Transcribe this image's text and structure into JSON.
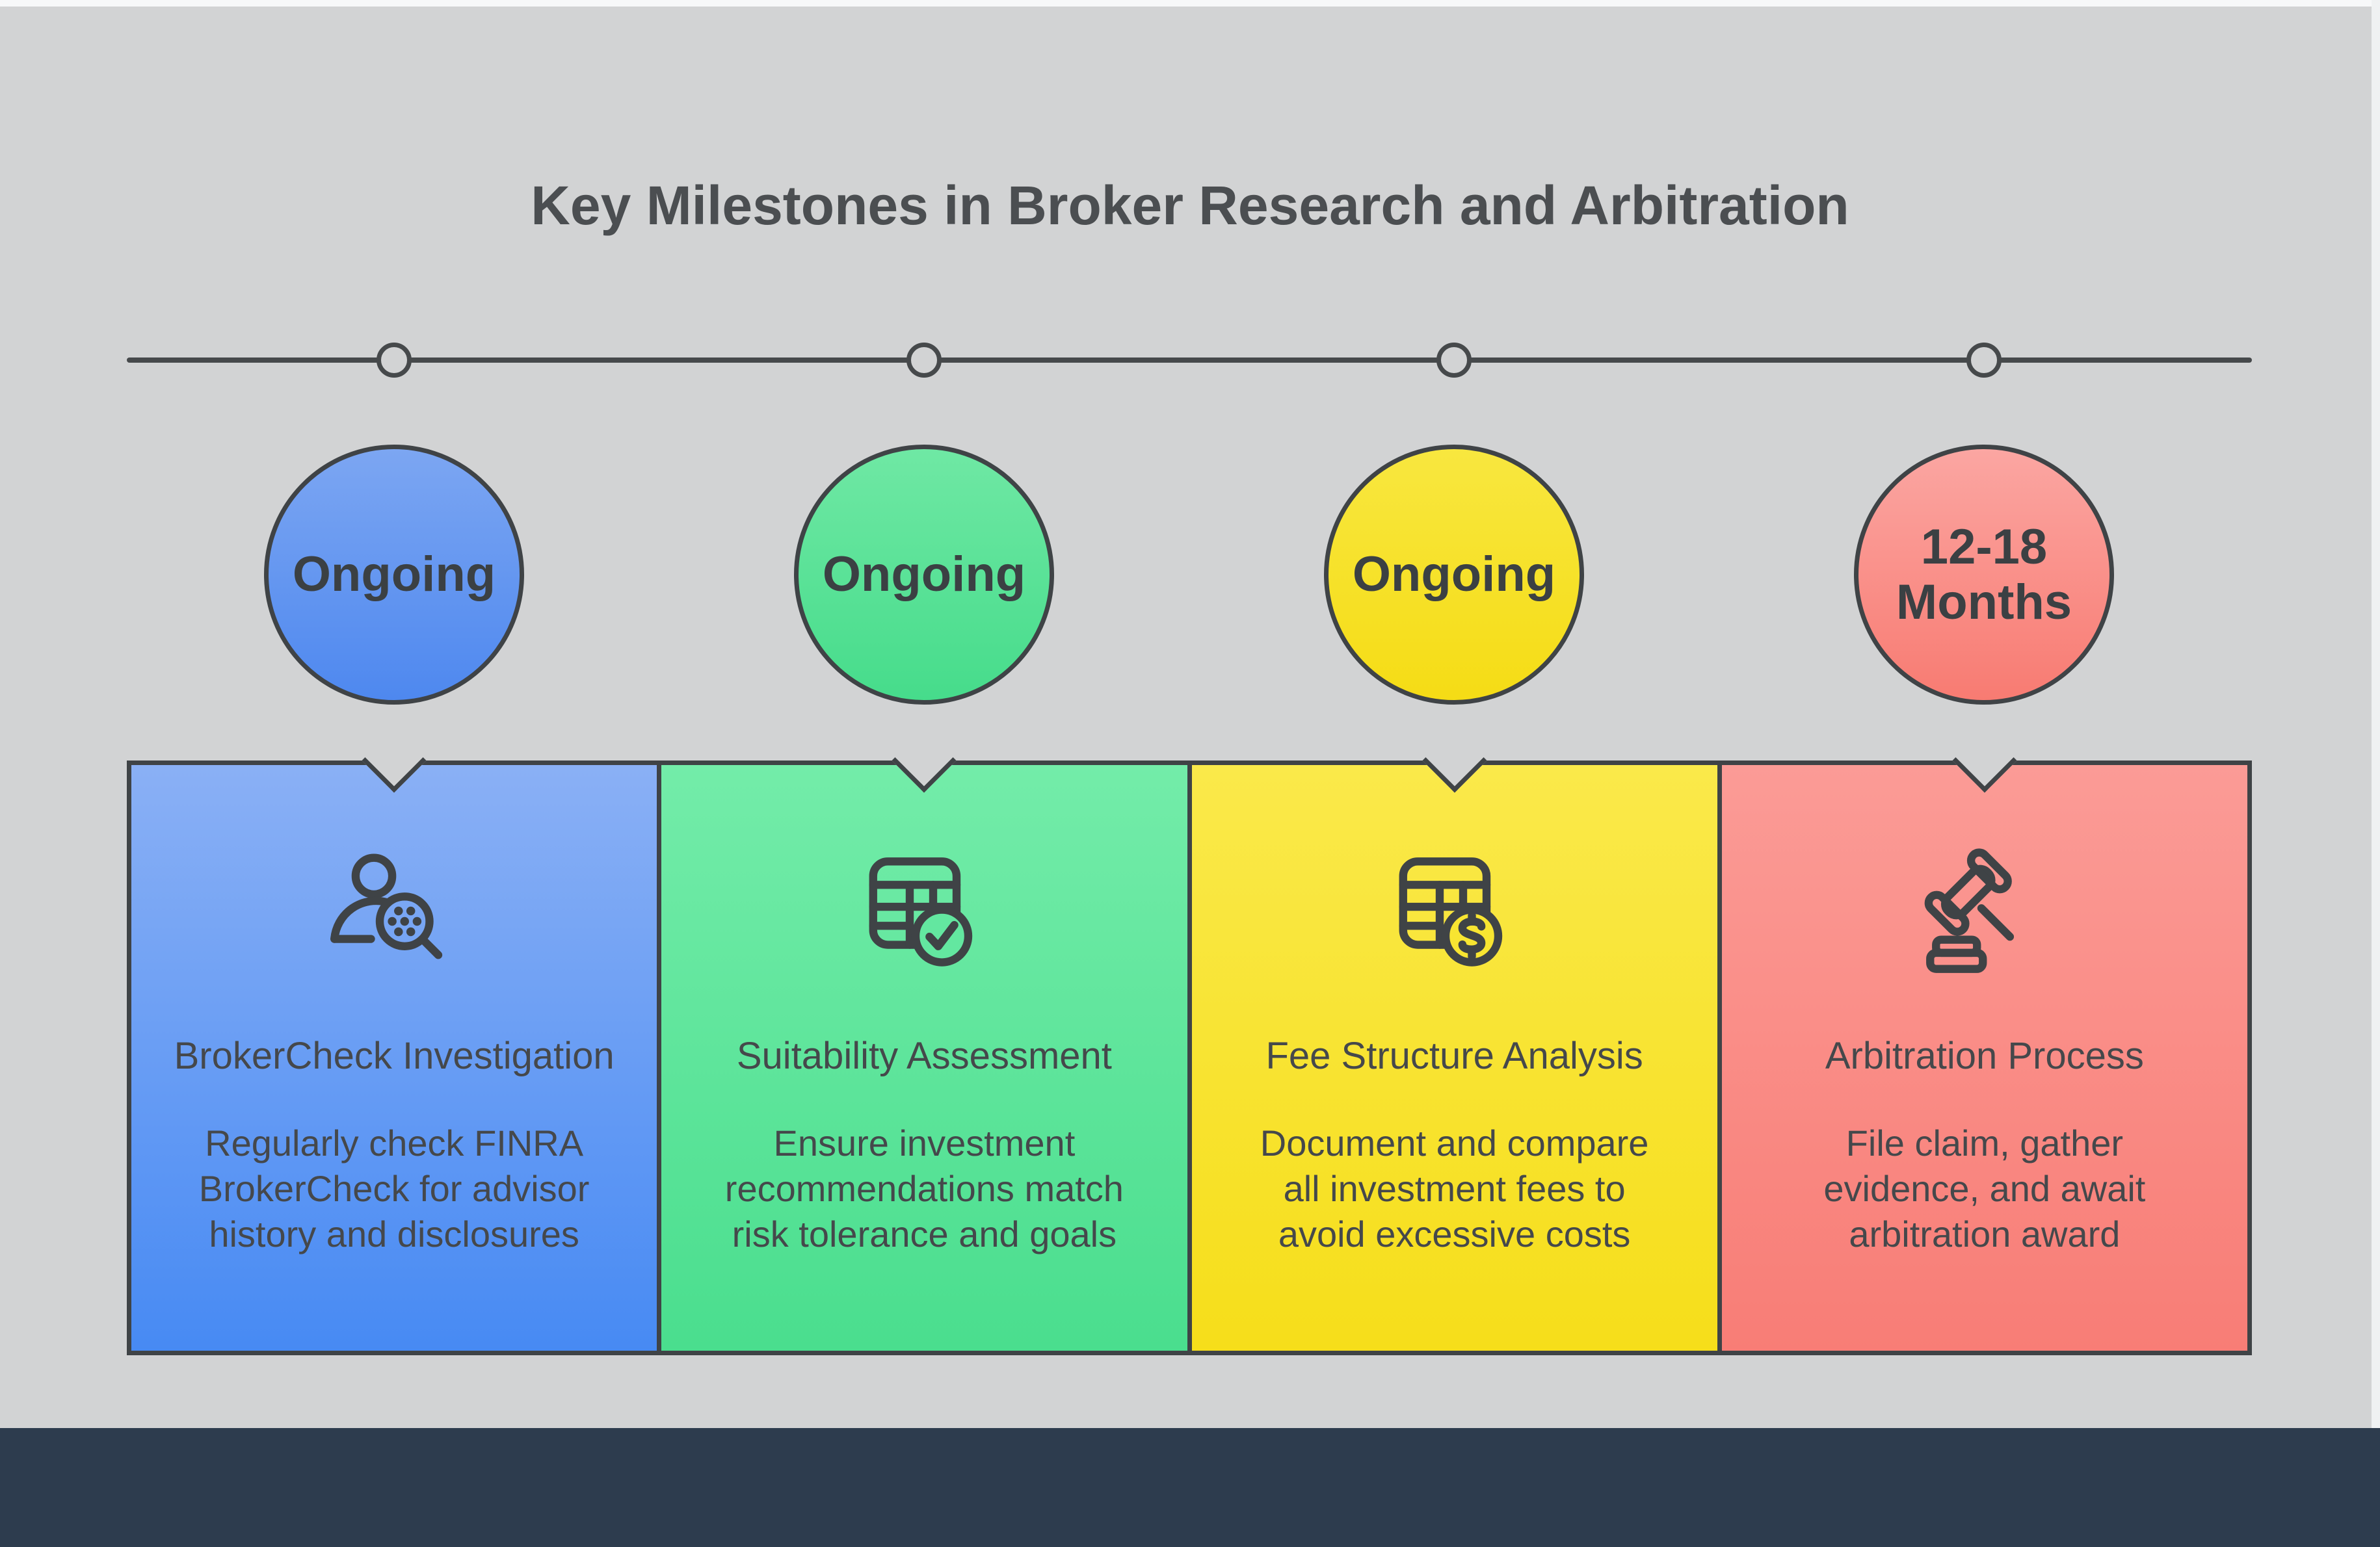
{
  "page": {
    "title": "Key Milestones in Broker Research and Arbitration",
    "background_color": "#d2d3d4",
    "top_strip_color": "#f7f8f9",
    "footer_color": "#2d3c4e",
    "outline_color": "#3f4346",
    "text_color": "#45484b"
  },
  "timeline": {
    "line_color": "#46494b",
    "node_count": 4
  },
  "milestones": [
    {
      "duration": "Ongoing",
      "title": "BrokerCheck Investigation",
      "description": "Regularly check FINRA\nBrokerCheck for advisor\nhistory and disclosures",
      "icon": "person-search-icon",
      "color_top": "#8ab0f5",
      "color_bottom": "#478af3"
    },
    {
      "duration": "Ongoing",
      "title": "Suitability Assessment",
      "description": "Ensure investment\nrecommendations match\nrisk tolerance and goals",
      "icon": "table-check-icon",
      "color_top": "#73eca9",
      "color_bottom": "#4ade8e"
    },
    {
      "duration": "Ongoing",
      "title": "Fee Structure Analysis",
      "description": "Document and compare\nall investment fees to\navoid excessive costs",
      "icon": "table-dollar-icon",
      "color_top": "#fae94a",
      "color_bottom": "#f6de1a"
    },
    {
      "duration": "12-18\nMonths",
      "title": "Arbitration Process",
      "description": "File claim, gather\nevidence, and await\narbitration award",
      "icon": "gavel-icon",
      "color_top": "#fb9b96",
      "color_bottom": "#f87d76"
    }
  ]
}
